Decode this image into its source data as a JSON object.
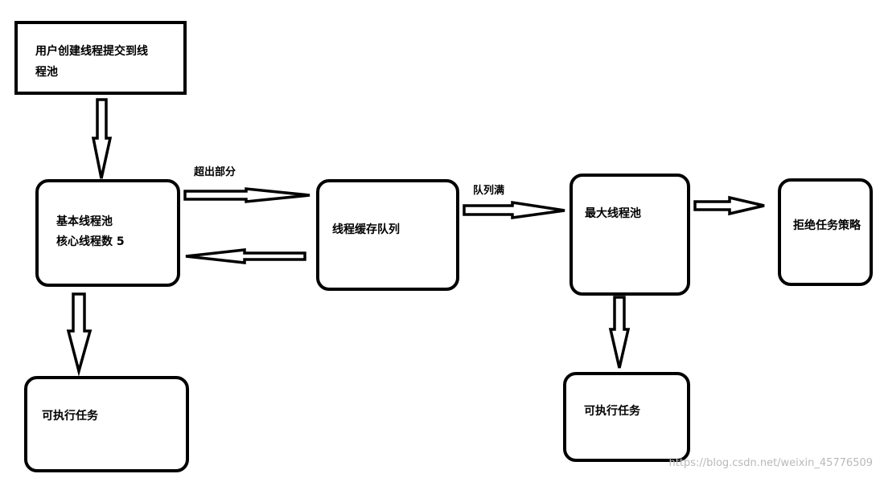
{
  "nodes": {
    "submit": {
      "lines": [
        "用户创建线程提交到线",
        "程池"
      ]
    },
    "core": {
      "lines": [
        "基本线程池",
        "核心线程数 5"
      ]
    },
    "queue": {
      "lines": [
        "线程缓存队列"
      ]
    },
    "max": {
      "lines": [
        "最大线程池"
      ]
    },
    "reject": {
      "lines": [
        "拒绝任务策略"
      ]
    },
    "exec_left": {
      "lines": [
        "可执行任务"
      ]
    },
    "exec_right": {
      "lines": [
        "可执行任务"
      ]
    }
  },
  "edges": {
    "core_to_queue": {
      "label": "超出部分"
    },
    "queue_to_max": {
      "label": "队列满"
    }
  },
  "watermark": "https://blog.csdn.net/weixin_45776509"
}
